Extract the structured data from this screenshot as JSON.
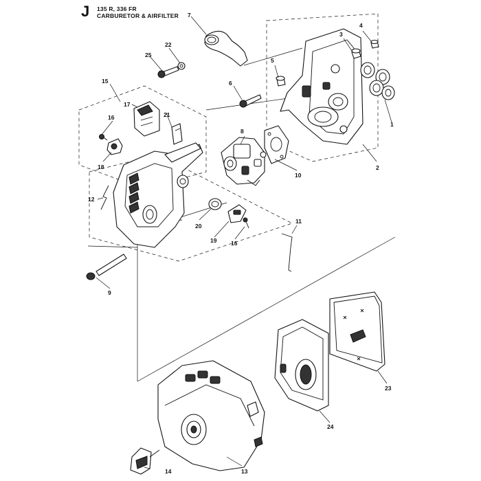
{
  "header": {
    "section_letter": "J",
    "model_line": "135 R, 336 FR",
    "section_title": "CARBURETOR & AIRFILTER"
  },
  "callouts": [
    {
      "id": "c1",
      "text": "1"
    },
    {
      "id": "c2",
      "text": "2"
    },
    {
      "id": "c3",
      "text": "3"
    },
    {
      "id": "c4",
      "text": "4"
    },
    {
      "id": "c5",
      "text": "5"
    },
    {
      "id": "c6",
      "text": "6"
    },
    {
      "id": "c7",
      "text": "7"
    },
    {
      "id": "c8",
      "text": "8"
    },
    {
      "id": "c9",
      "text": "9"
    },
    {
      "id": "c10",
      "text": "10"
    },
    {
      "id": "c11",
      "text": "11"
    },
    {
      "id": "c12",
      "text": "12"
    },
    {
      "id": "c13",
      "text": "13"
    },
    {
      "id": "c14",
      "text": "14"
    },
    {
      "id": "c15",
      "text": "15"
    },
    {
      "id": "c16a",
      "text": "16"
    },
    {
      "id": "c16b",
      "text": "16"
    },
    {
      "id": "c17",
      "text": "17"
    },
    {
      "id": "c18",
      "text": "18"
    },
    {
      "id": "c19",
      "text": "19"
    },
    {
      "id": "c20",
      "text": "20"
    },
    {
      "id": "c21",
      "text": "21"
    },
    {
      "id": "c22",
      "text": "22"
    },
    {
      "id": "c23",
      "text": "23"
    },
    {
      "id": "c24",
      "text": "24"
    },
    {
      "id": "c25",
      "text": "25"
    }
  ]
}
